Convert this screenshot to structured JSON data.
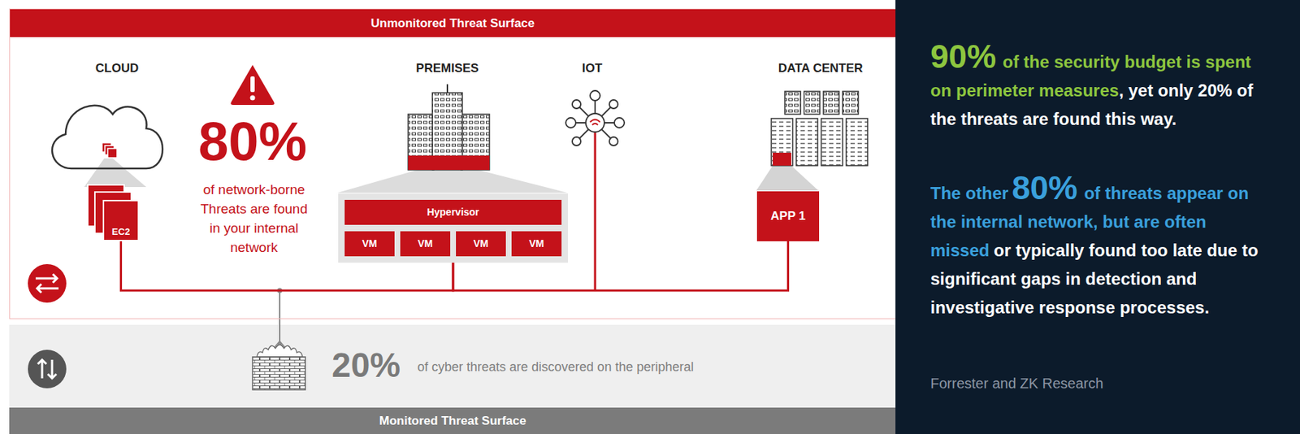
{
  "diagram": {
    "nodes": [
      {
        "text": [
          "Unmonitored Threat Surface"
        ]
      },
      {
        "text": [
          "EC2"
        ],
        "in": 0
      },
      {
        "text": [
          "Hypervisor"
        ],
        "in": 0
      },
      {
        "text": [
          "VM"
        ],
        "in": 2
      },
      {
        "text": [
          "VM"
        ],
        "in": 2
      },
      {
        "text": [
          "VM"
        ],
        "in": 2
      },
      {
        "text": [
          "VM"
        ],
        "in": 2
      },
      {
        "text": [
          "APP 1"
        ],
        "in": 0
      },
      {
        "text": [
          "20%",
          "of cyber threats are discovered on the peripheral",
          "Monitored Threat Surface"
        ]
      },
      {
        "text": [
          "90%",
          "of the security budget is spent on perimeter measures",
          ", yet only 20% of the threats are found this way.",
          "The other",
          "80%",
          "of threats appear on the internal network, but are often missed",
          "or typically found too late due to significant gaps in detection and investigative response processes.",
          "Forrester and ZK Research"
        ]
      }
    ],
    "edges": [
      {
        "from": 1,
        "to": 2,
        "arrow": "none"
      },
      {
        "from": 2,
        "to": 7,
        "arrow": "none"
      }
    ],
    "labels": [
      "CLOUD",
      "PREMISES",
      "IOT",
      "DATA CENTER",
      "80%",
      "of network-borne Threats are found in your internal network"
    ]
  }
}
